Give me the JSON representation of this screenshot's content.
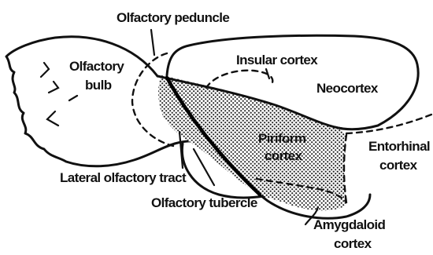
{
  "diagram": {
    "labels": {
      "olfactory_peduncle": "Olfactory peduncle",
      "olfactory_bulb_line1": "Olfactory",
      "olfactory_bulb_line2": "bulb",
      "insular_cortex": "Insular cortex",
      "neocortex": "Neocortex",
      "piriform_line1": "Piriform",
      "piriform_line2": "cortex",
      "entorhinal_line1": "Entorhinal",
      "entorhinal_line2": "cortex",
      "lateral_olfactory_tract": "Lateral olfactory tract",
      "olfactory_tubercle": "Olfactory tubercle",
      "amygdaloid_line1": "Amygdaloid",
      "amygdaloid_line2": "cortex"
    }
  }
}
